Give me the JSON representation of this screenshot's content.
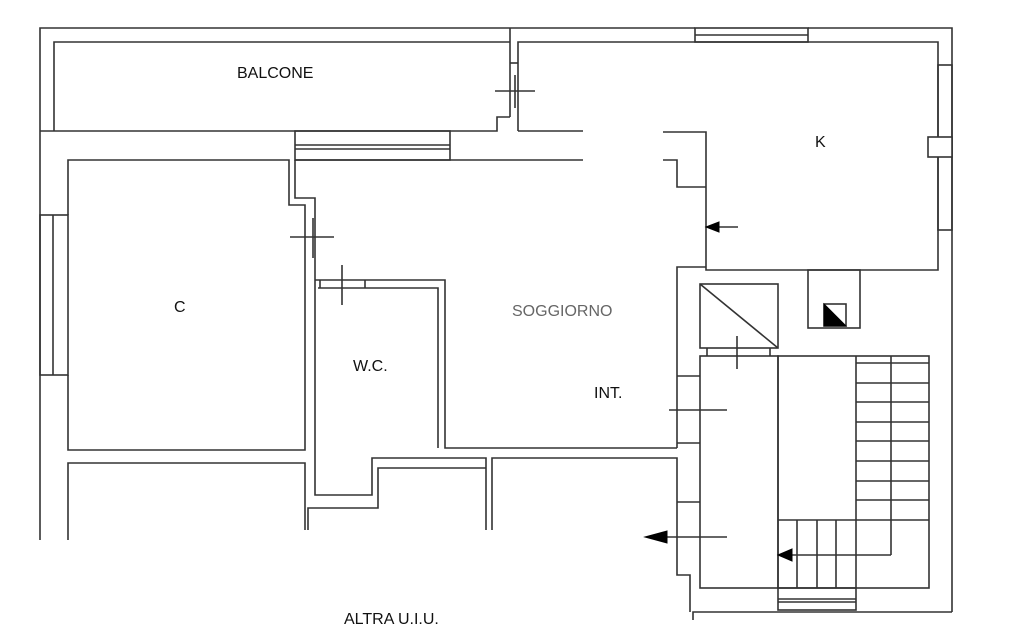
{
  "rooms": {
    "balcony": "BALCONE",
    "kitchen": "K",
    "bedroom": "C",
    "living": "SOGGIORNO",
    "wc": "W.C.",
    "entrance": "INT.",
    "other_unit": "ALTRA U.I.U."
  }
}
